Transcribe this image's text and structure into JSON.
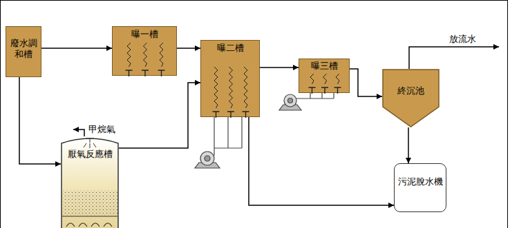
{
  "diagram": {
    "nodes": [
      {
        "text": [
          "廢水調和槽"
        ]
      },
      {
        "text": [
          "曝一槽"
        ]
      },
      {
        "text": [
          "曝二槽"
        ]
      },
      {
        "text": [
          "曝三槽"
        ]
      },
      {
        "text": [
          "終沉池"
        ]
      },
      {
        "text": [
          "厭氧反應槽"
        ]
      },
      {
        "text": [
          "污泥脫水機"
        ]
      }
    ],
    "edges": [
      {
        "from": 0,
        "to": 1,
        "arrow": "to"
      },
      {
        "from": 0,
        "to": 5,
        "arrow": "to"
      },
      {
        "from": 5,
        "to": 2,
        "arrow": "to"
      },
      {
        "from": 1,
        "to": 2,
        "arrow": "to"
      },
      {
        "from": 2,
        "to": 3,
        "arrow": "to"
      },
      {
        "from": 3,
        "to": 4,
        "arrow": "to"
      },
      {
        "from": 2,
        "to": 6,
        "arrow": "to"
      },
      {
        "from": 4,
        "to": 6,
        "arrow": "to"
      }
    ],
    "labels": [
      "放流水",
      "甲烷氣"
    ]
  }
}
